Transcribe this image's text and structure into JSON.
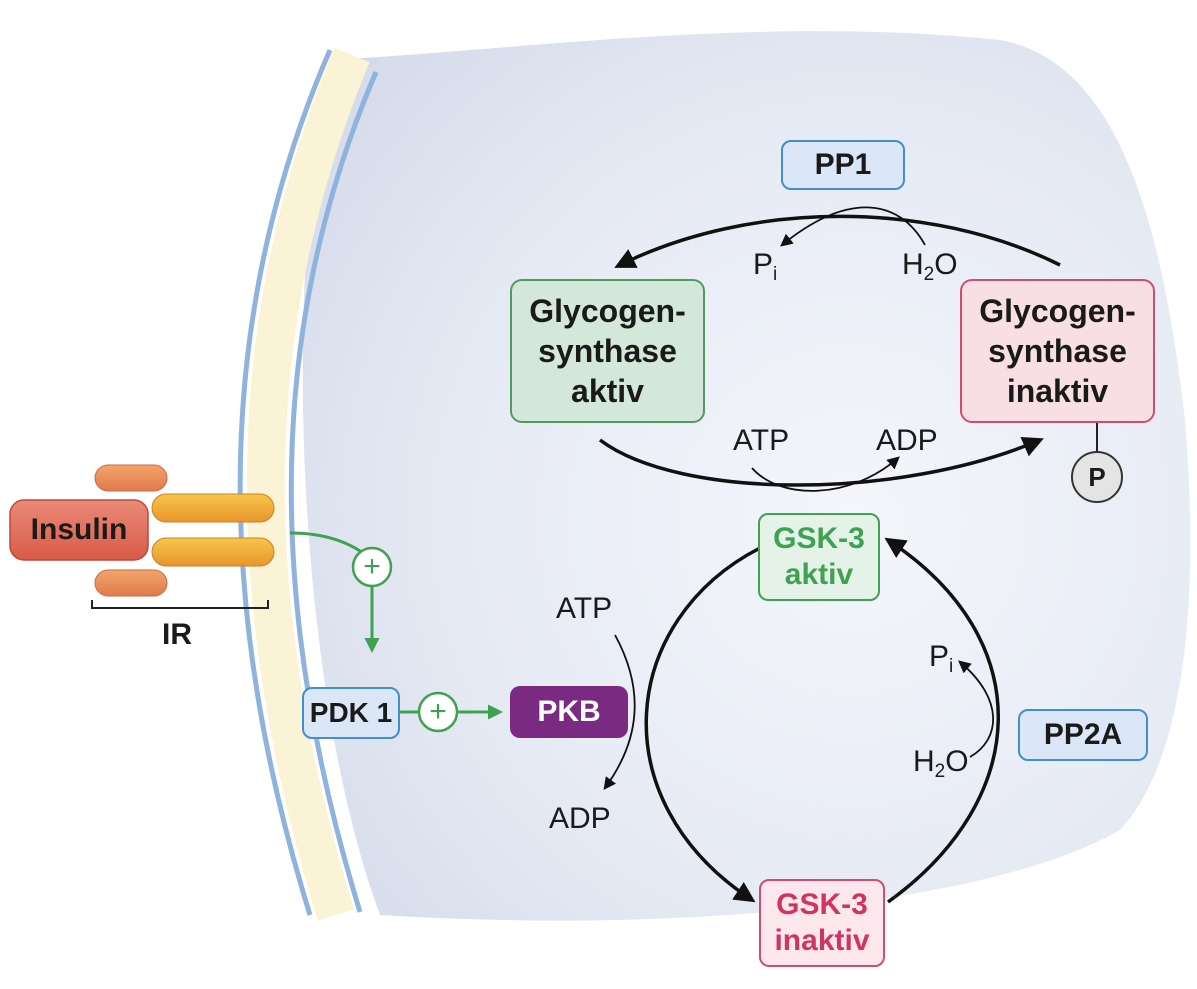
{
  "insulin_label": "Insulin",
  "receptor_label": "IR",
  "pdk1_label": "PDK 1",
  "pkb_label": "PKB",
  "pp1_label": "PP1",
  "pp2a_label": "PP2A",
  "phosphate_label": "P",
  "activation_symbol": "+",
  "glycogen_synthase_active": {
    "line1": "Glycogen-",
    "line2": "synthase",
    "line3": "aktiv"
  },
  "glycogen_synthase_inactive": {
    "line1": "Glycogen-",
    "line2": "synthase",
    "line3": "inaktiv"
  },
  "gsk3_active": {
    "line1": "GSK-3",
    "line2": "aktiv"
  },
  "gsk3_inactive": {
    "line1": "GSK-3",
    "line2": "inaktiv"
  },
  "top_cycle": {
    "atp": "ATP",
    "adp": "ADP",
    "pi": "P",
    "pi_sub": "i",
    "water": "H",
    "water_sub": "2",
    "water_end": "O"
  },
  "bottom_cycle": {
    "atp": "ATP",
    "adp": "ADP",
    "pi": "P",
    "pi_sub": "i",
    "water": "H",
    "water_sub": "2",
    "water_end": "O"
  },
  "colors": {
    "cell_fill": "#e3e8f3",
    "membrane_blue": "#8fb3dd",
    "membrane_cream": "#fbf3d5",
    "insulin_red": "#e07060",
    "receptor_orange": "#f0a83a",
    "activation_green": "#3fa152",
    "pkb_purple": "#7b2a82",
    "inactive_red": "#cf3563",
    "blue_border": "#3f8fd2"
  }
}
